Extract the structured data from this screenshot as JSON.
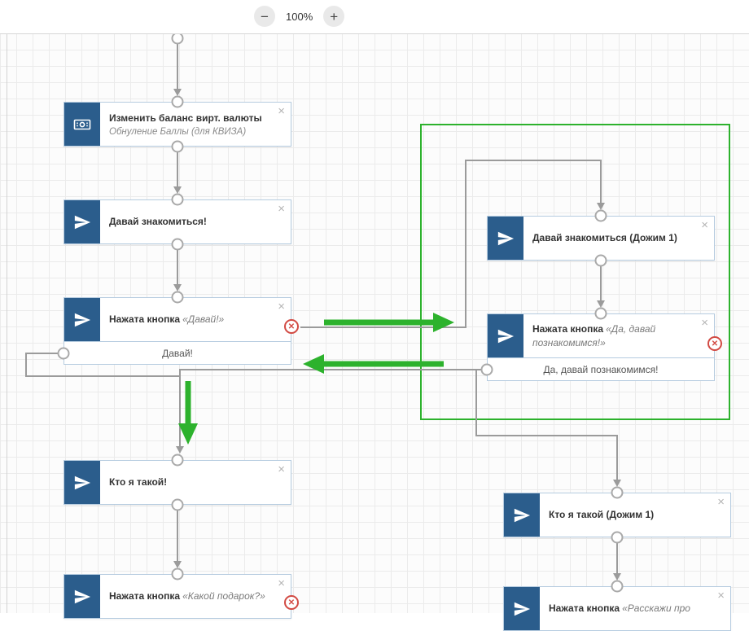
{
  "toolbar": {
    "zoom_out": "−",
    "zoom_level": "100%",
    "zoom_in": "+"
  },
  "icons": {
    "close": "×",
    "remove": "✕"
  },
  "nodes": {
    "balance": {
      "title": "Изменить баланс вирт. валюты",
      "subtitle": "Обнуление Баллы (для КВИЗА)"
    },
    "intro": {
      "title": "Давай знакомиться!"
    },
    "btn_davay": {
      "title": "Нажата кнопка",
      "title_em": "«Давай!»",
      "button": "Давай!"
    },
    "intro_dozhim": {
      "title": "Давай знакомиться (Дожим 1)"
    },
    "btn_da_davay": {
      "title": "Нажата кнопка",
      "title_em": "«Да, давай познакомимся!»",
      "button": "Да, давай познакомимся!"
    },
    "who": {
      "title": "Кто я такой!"
    },
    "who_dozhim": {
      "title": "Кто я такой (Дожим 1)"
    },
    "btn_podarok": {
      "title": "Нажата кнопка",
      "title_em": "«Какой подарок?»"
    },
    "btn_rasskazhi": {
      "title": "Нажата кнопка",
      "title_em": "«Расскажи про"
    }
  }
}
